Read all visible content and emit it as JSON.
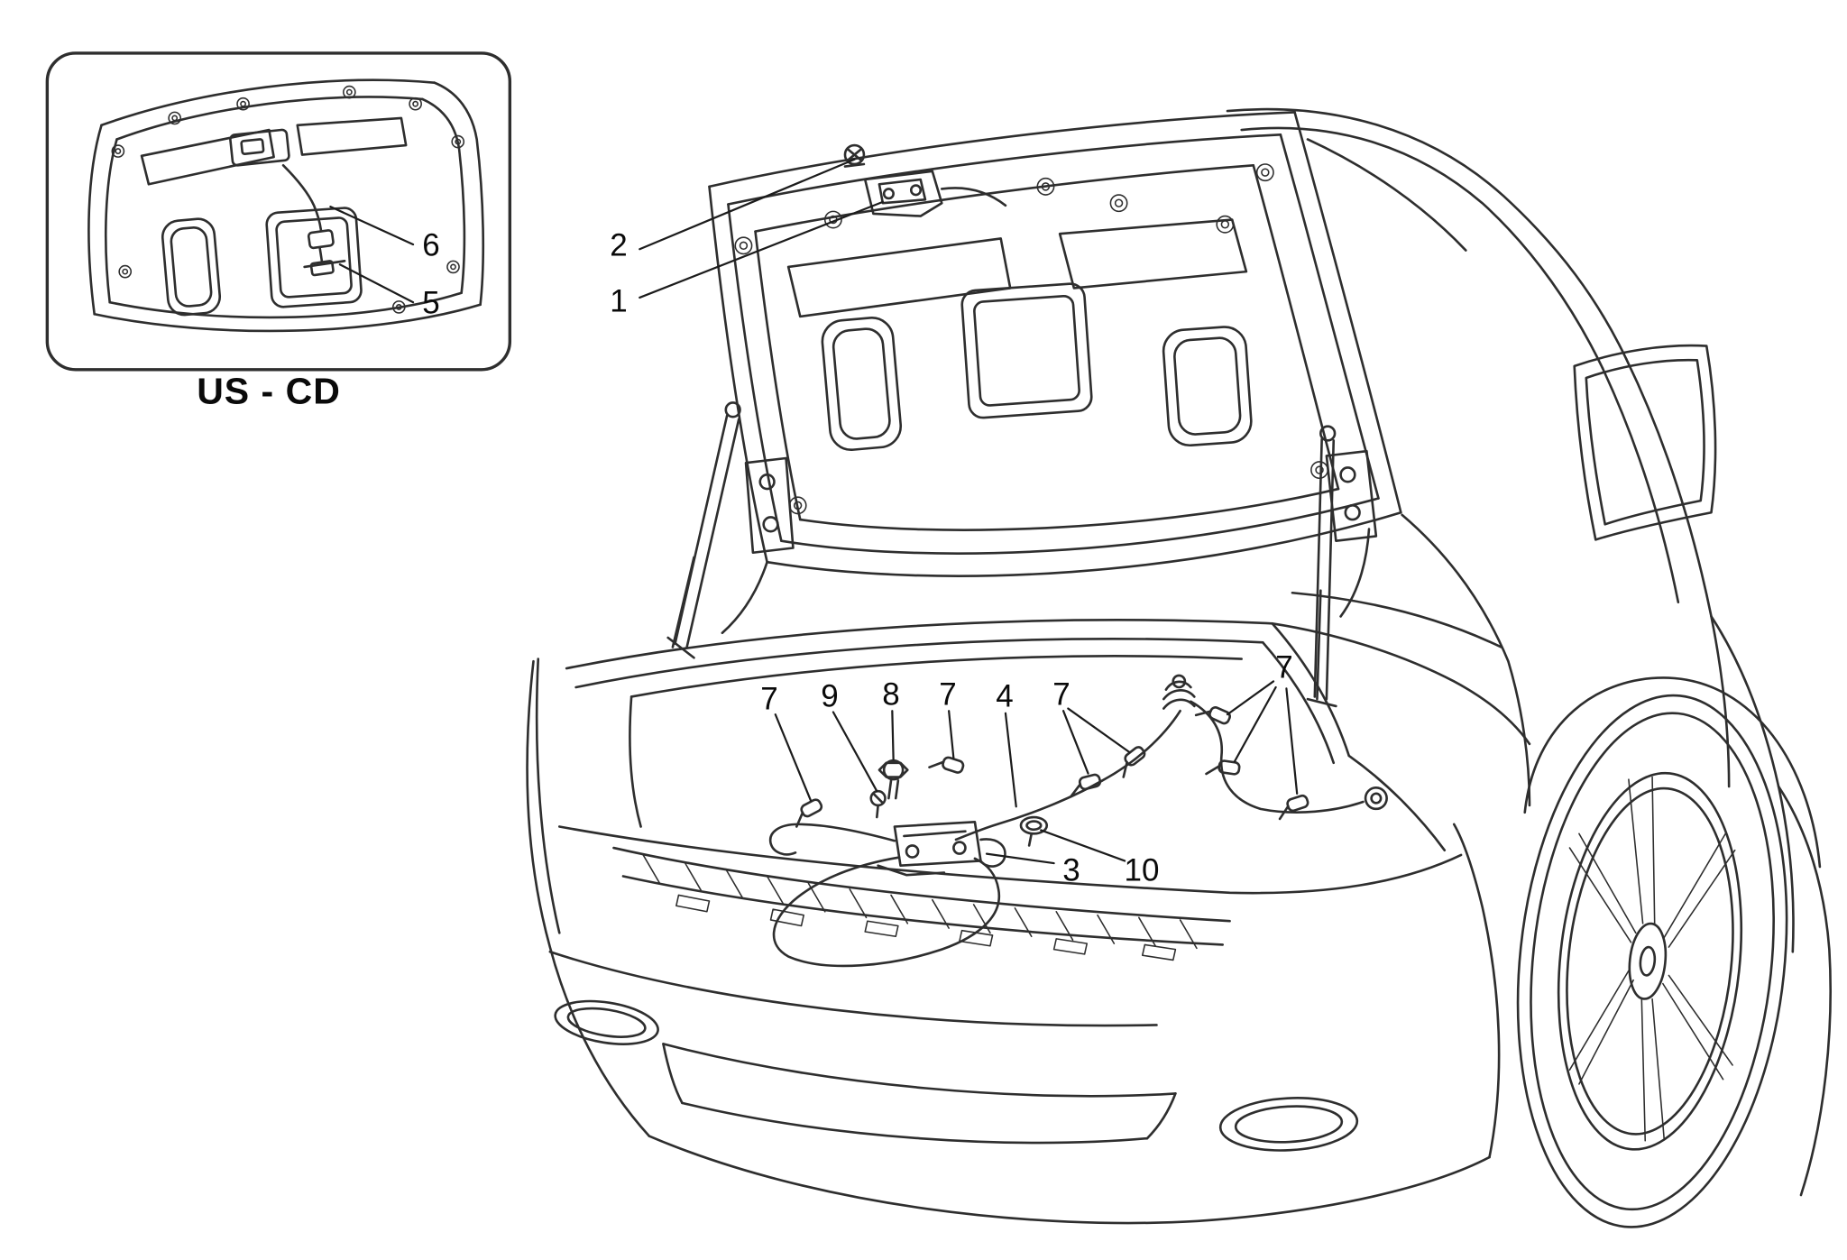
{
  "colors": {
    "background": "#ffffff",
    "line": "#2e2e2e"
  },
  "inset": {
    "label": "US - CD"
  },
  "callouts": [
    {
      "label": "2"
    },
    {
      "label": "1"
    },
    {
      "label": "6"
    },
    {
      "label": "5"
    },
    {
      "label": "7"
    },
    {
      "label": "9"
    },
    {
      "label": "8"
    },
    {
      "label": "7"
    },
    {
      "label": "4"
    },
    {
      "label": "7"
    },
    {
      "label": "7"
    },
    {
      "label": "3"
    },
    {
      "label": "10"
    }
  ]
}
